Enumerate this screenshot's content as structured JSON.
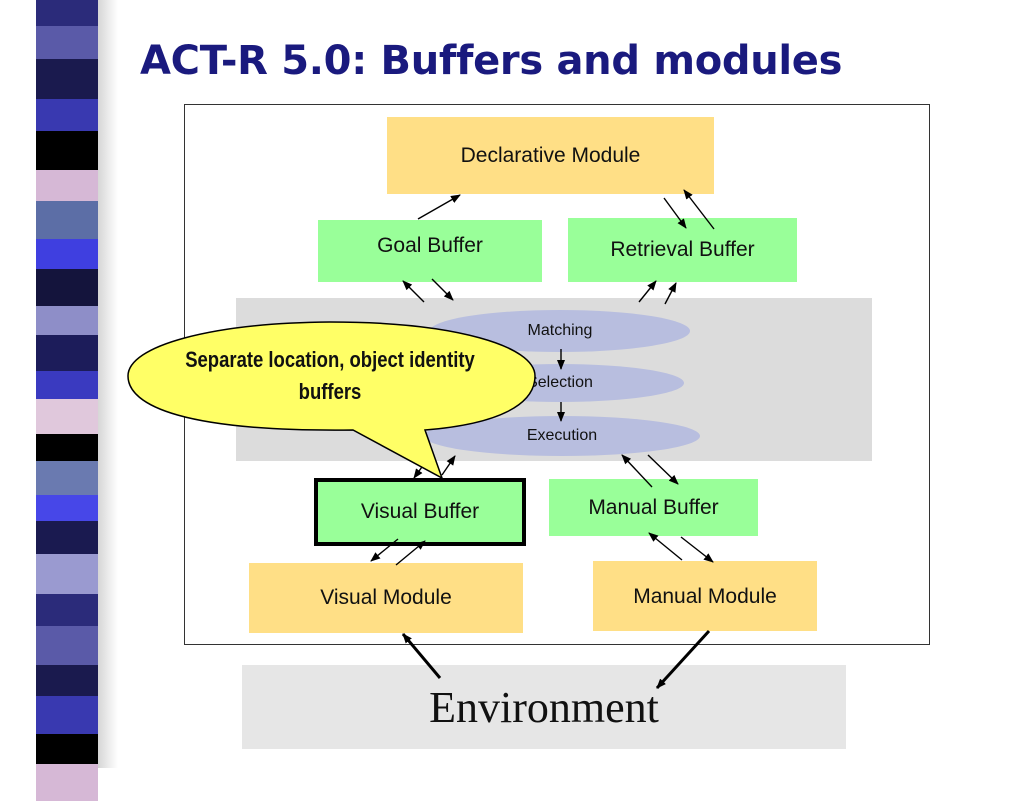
{
  "slide": {
    "title": "ACT-R 5.0:  Buffers and modules"
  },
  "diagram": {
    "declarative_module": "Declarative Module",
    "goal_buffer": "Goal Buffer",
    "retrieval_buffer": "Retrieval Buffer",
    "procedural": {
      "matching": "Matching",
      "selection": "Selection",
      "execution": "Execution"
    },
    "visual_buffer": "Visual Buffer",
    "manual_buffer": "Manual Buffer",
    "visual_module": "Visual Module",
    "manual_module": "Manual Module",
    "environment": "Environment"
  },
  "callout": {
    "text": "Separate location, object identity buffers"
  },
  "colors": {
    "title": "#1a1a7e",
    "module_fill": "#ffdf86",
    "buffer_fill": "#99ff99",
    "procedural_fill": "#dcdcdc",
    "production_ellipse": "#b8bedf",
    "environment_fill": "#e6e6e6",
    "callout_fill": "#ffff66"
  }
}
